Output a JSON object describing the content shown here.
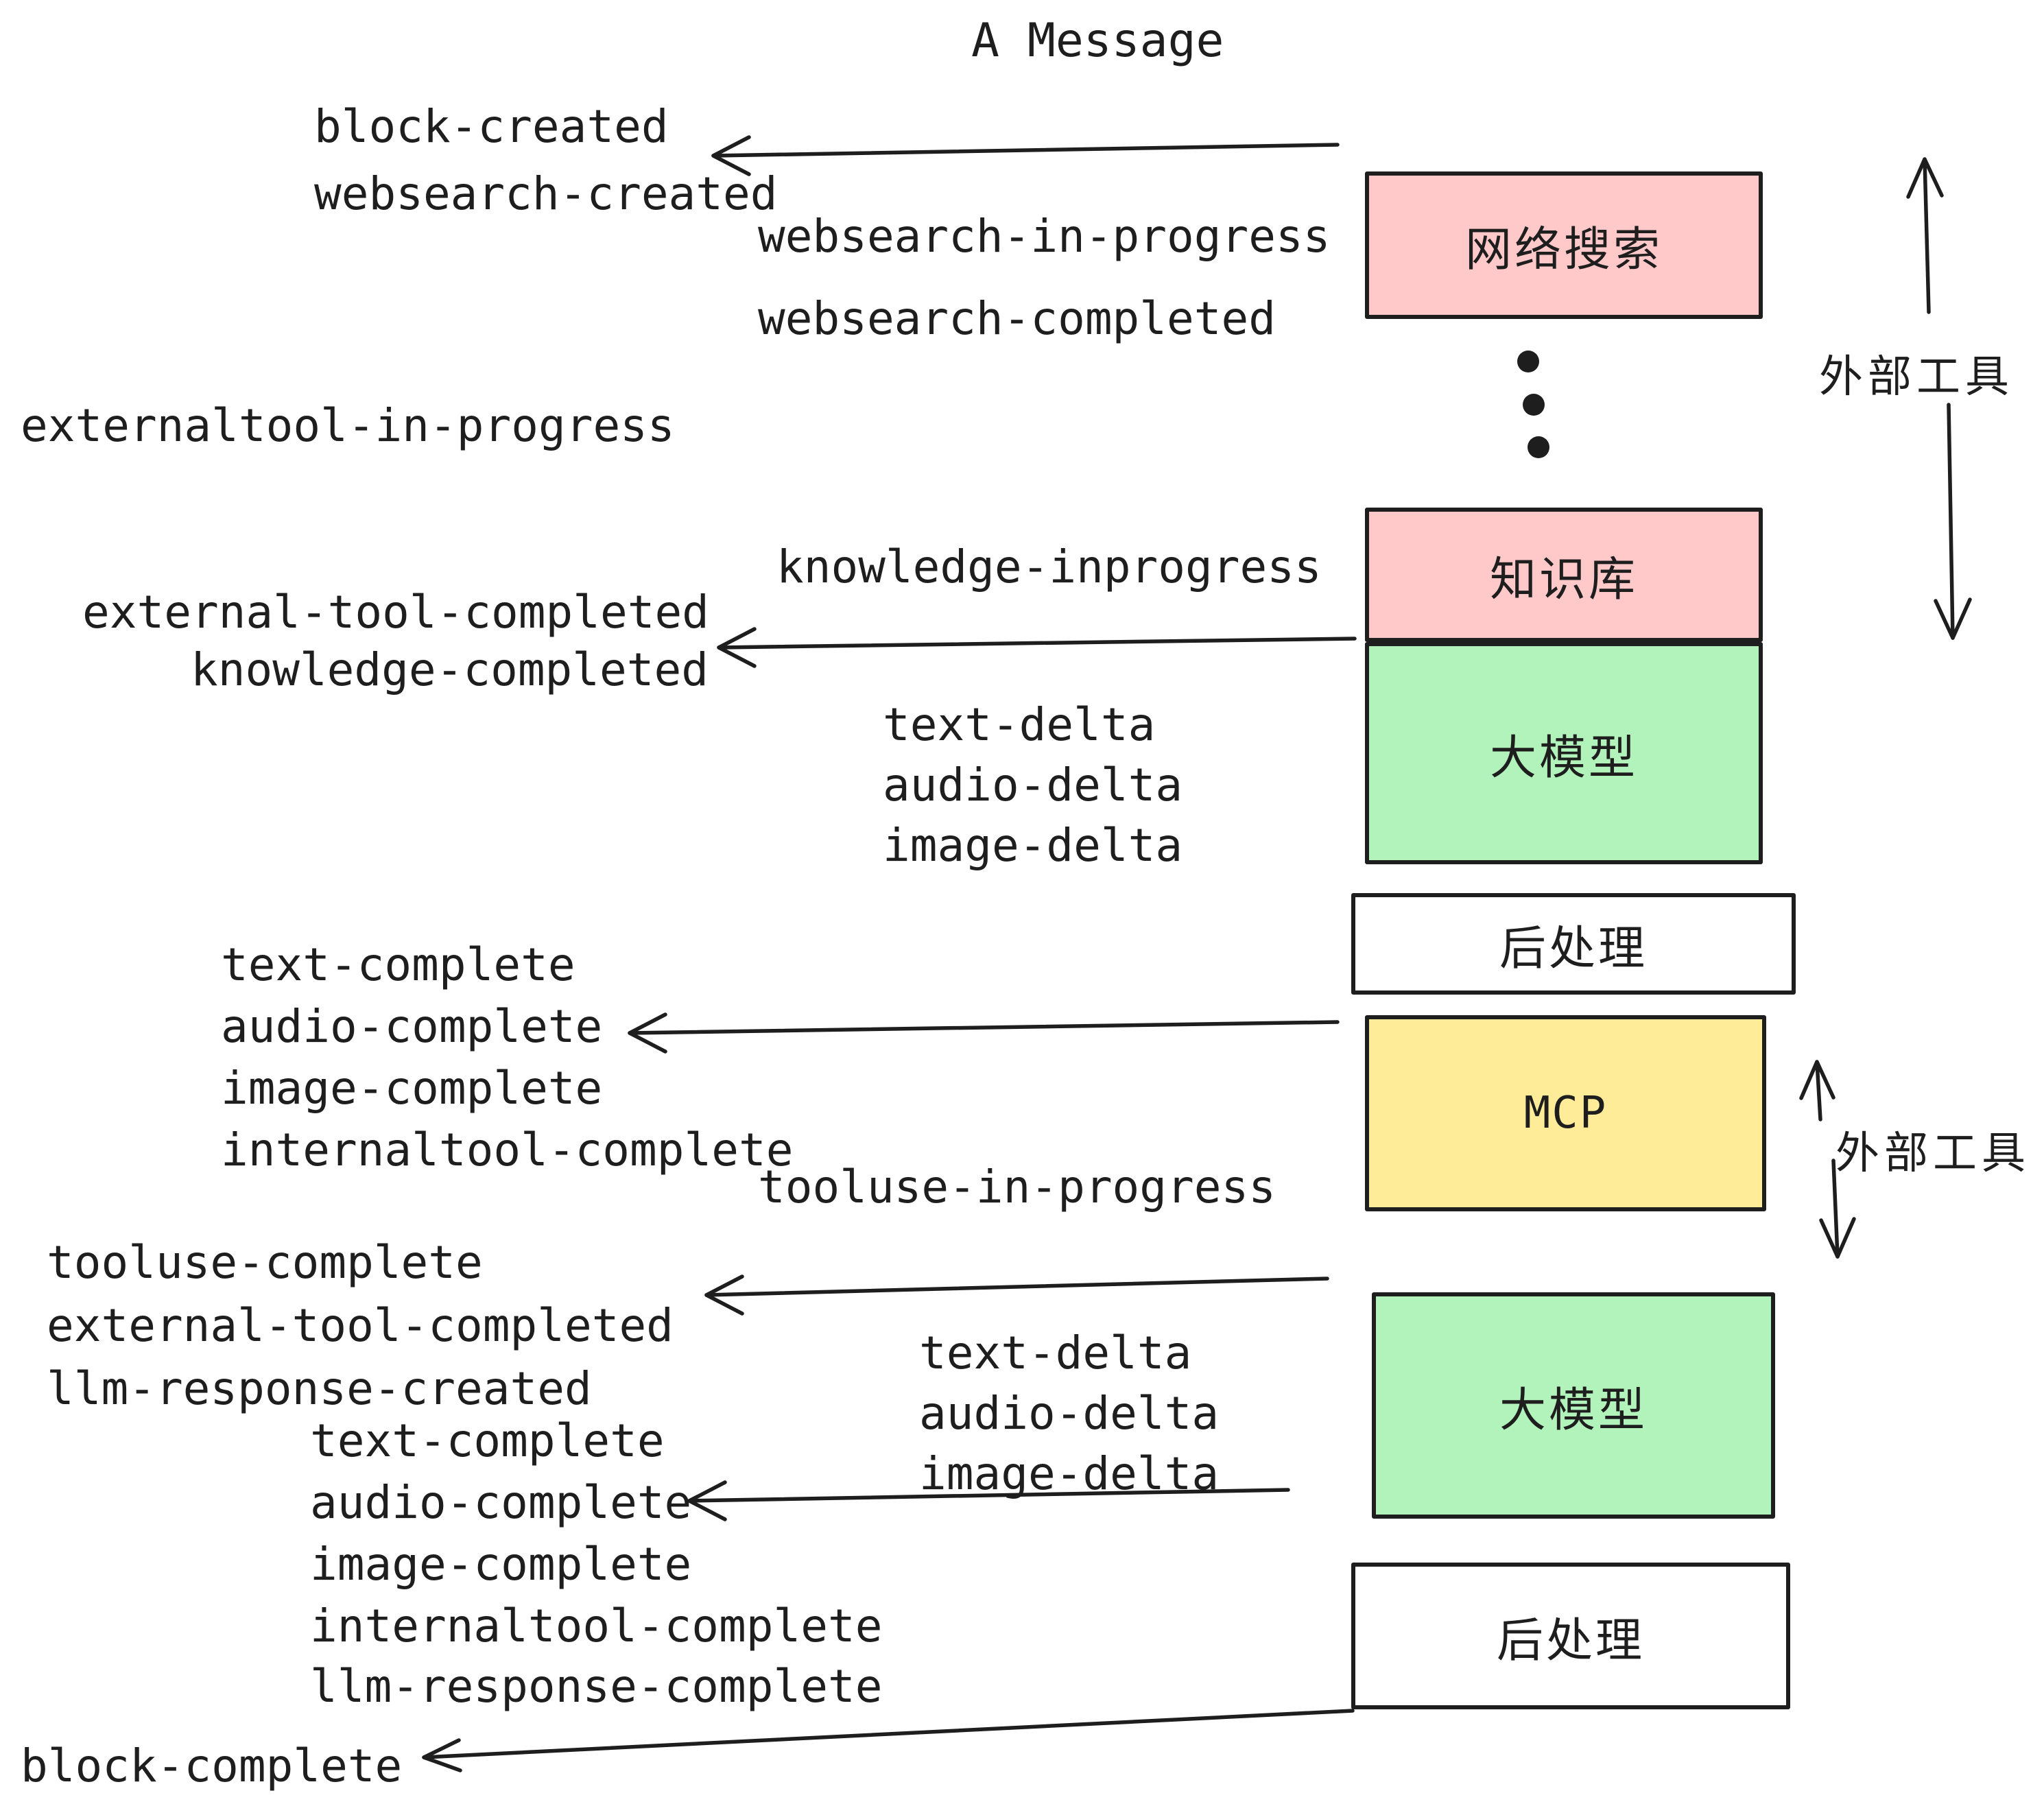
{
  "title": "A Message",
  "colors": {
    "pink": "#ffc9c9",
    "green": "#b2f2bb",
    "yellow": "#ffec99",
    "white": "#ffffff",
    "stroke": "#1e1e1e"
  },
  "boxes": {
    "websearch": "网络搜索",
    "knowledge": "知识库",
    "llm": "大模型",
    "postprocess": "后处理",
    "mcp": "MCP"
  },
  "side_label": "外部工具",
  "icons": {
    "more_tools_ellipsis": "vertical-ellipsis (3 dots)"
  },
  "events": {
    "block_created": "block-created",
    "websearch_created": "websearch-created",
    "websearch_in_progress": "websearch-in-progress",
    "websearch_completed": "websearch-completed",
    "externaltool_in_progress": "externaltool-in-progress",
    "knowledge_inprogress": "knowledge-inprogress",
    "external_tool_completed": "external-tool-completed",
    "knowledge_completed": "knowledge-completed",
    "text_delta": "text-delta",
    "audio_delta": "audio-delta",
    "image_delta": "image-delta",
    "text_complete": "text-complete",
    "audio_complete": "audio-complete",
    "image_complete": "image-complete",
    "internaltool_complete": "internaltool-complete",
    "tooluse_in_progress": "tooluse-in-progress",
    "tooluse_complete": "tooluse-complete",
    "llm_response_created": "llm-response-created",
    "llm_response_complete": "llm-response-complete",
    "block_complete": "block-complete"
  }
}
